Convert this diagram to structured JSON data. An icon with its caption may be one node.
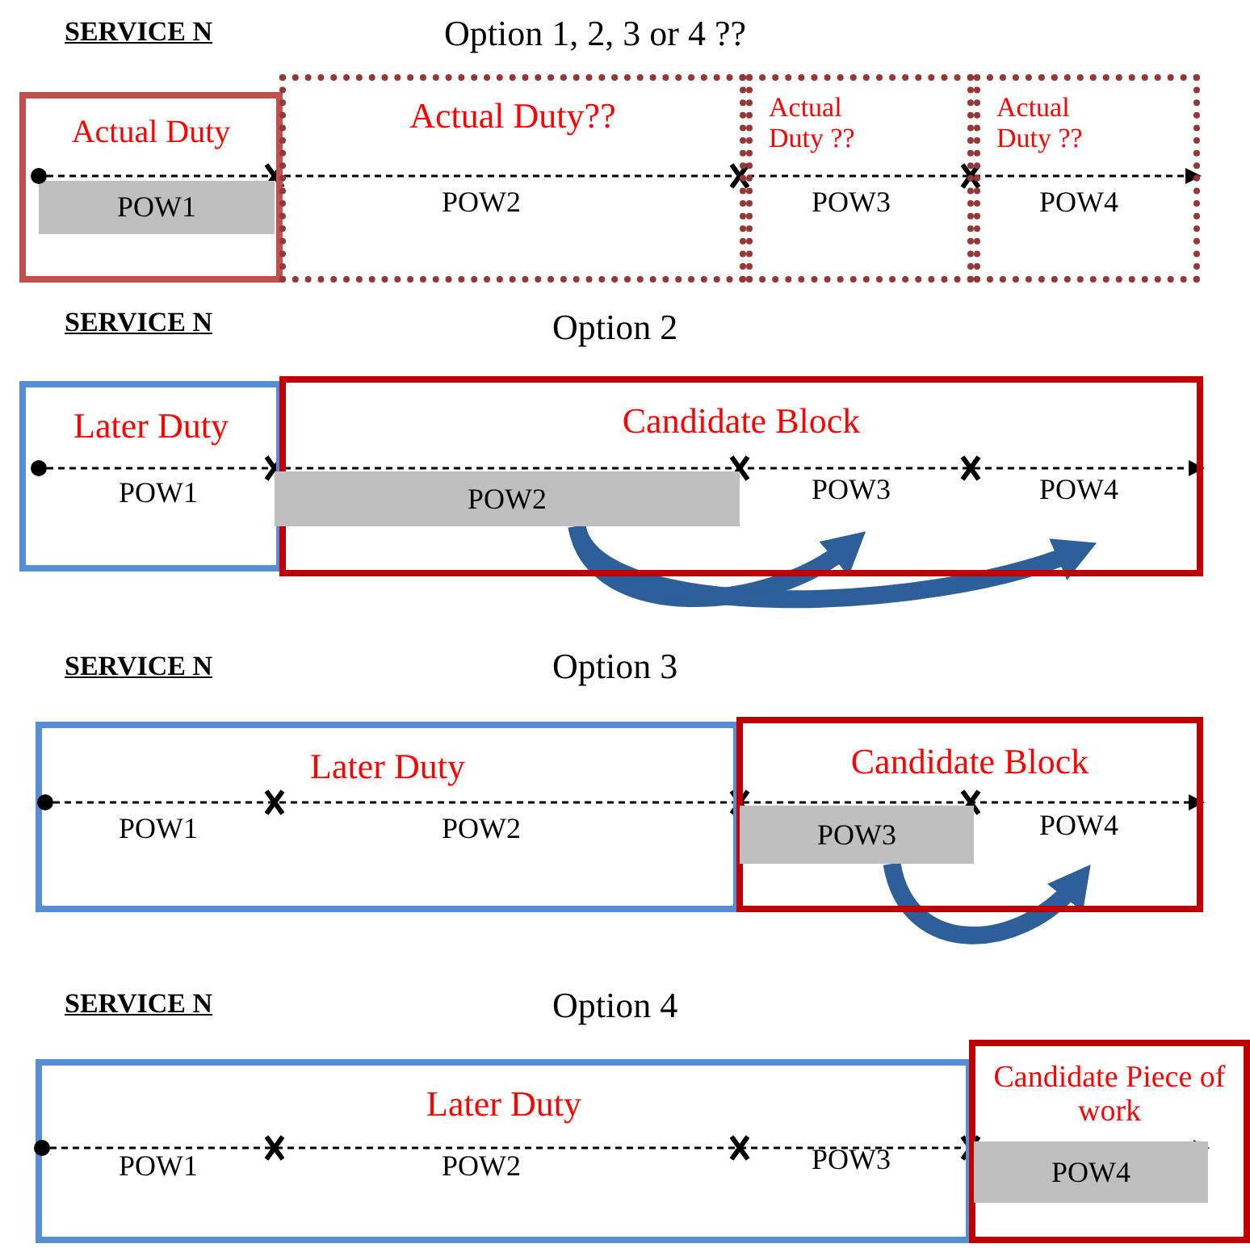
{
  "diagram": {
    "nodes": [
      {
        "text": [
          "Actual Duty"
        ]
      },
      {
        "text": [
          "POW1"
        ],
        "in": 0
      },
      {
        "text": [
          "Actual Duty??"
        ]
      },
      {
        "text": [
          "POW2"
        ],
        "in": 2
      },
      {
        "text": [
          "Actual Duty ??"
        ]
      },
      {
        "text": [
          "POW3"
        ],
        "in": 4
      },
      {
        "text": [
          "Actual Duty ??"
        ]
      },
      {
        "text": [
          "POW4"
        ],
        "in": 6
      },
      {
        "text": [
          "Later Duty"
        ]
      },
      {
        "text": [
          "POW1"
        ],
        "in": 8
      },
      {
        "text": [
          "Candidate Block"
        ]
      },
      {
        "text": [
          "POW2"
        ],
        "in": 10
      },
      {
        "text": [
          "POW3"
        ],
        "in": 10
      },
      {
        "text": [
          "POW4"
        ],
        "in": 10
      },
      {
        "text": [
          "Later Duty"
        ]
      },
      {
        "text": [
          "POW1"
        ],
        "in": 14
      },
      {
        "text": [
          "POW2"
        ],
        "in": 14
      },
      {
        "text": [
          "Candidate Block"
        ]
      },
      {
        "text": [
          "POW3"
        ],
        "in": 17
      },
      {
        "text": [
          "POW4"
        ],
        "in": 17
      },
      {
        "text": [
          "Later Duty"
        ]
      },
      {
        "text": [
          "POW1"
        ],
        "in": 20
      },
      {
        "text": [
          "POW2"
        ],
        "in": 20
      },
      {
        "text": [
          "POW3"
        ],
        "in": 20
      },
      {
        "text": [
          "Candidate Piece of work"
        ]
      },
      {
        "text": [
          "POW4"
        ],
        "in": 24
      },
      {
        "text": [],
        "shape": "circle",
        "in": 0
      },
      {
        "text": [],
        "shape": "circle",
        "in": 8
      },
      {
        "text": [],
        "shape": "circle",
        "in": 14
      },
      {
        "text": [],
        "shape": "circle",
        "in": 20
      }
    ],
    "edges": [
      {
        "from": 26,
        "to": 6,
        "arrow": "to",
        "style": "dashed"
      },
      {
        "from": 27,
        "to": 10,
        "arrow": "to",
        "style": "dashed"
      },
      {
        "from": 11,
        "to": 12,
        "arrow": "to",
        "style": "thick",
        "color": "#2e5f99"
      },
      {
        "from": 11,
        "to": 13,
        "arrow": "to",
        "style": "thick",
        "color": "#2e5f99"
      },
      {
        "from": 28,
        "to": 17,
        "arrow": "to",
        "style": "dashed"
      },
      {
        "from": 18,
        "to": 19,
        "arrow": "to",
        "style": "thick",
        "color": "#2e5f99"
      },
      {
        "from": 29,
        "to": 25,
        "arrow": "to",
        "style": "dashed"
      }
    ],
    "labels": [
      "SERVICE N",
      "Option 1, 2, 3 or 4 ??",
      "SERVICE N",
      "Option 2",
      "SERVICE N",
      "Option 3",
      "SERVICE N",
      "Option 4"
    ]
  }
}
